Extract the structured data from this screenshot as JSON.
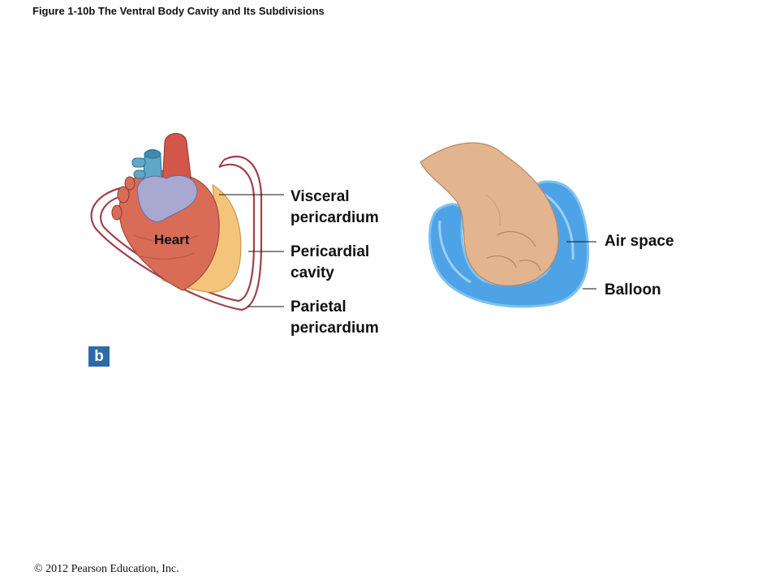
{
  "figure": {
    "title": "Figure 1-10b  The Ventral Body Cavity and Its Subdivisions",
    "panel_letter": "b"
  },
  "heart_diagram": {
    "heart_label": "Heart",
    "labels": [
      {
        "line1": "Visceral",
        "line2": "pericardium"
      },
      {
        "line1": "Pericardial",
        "line2": "cavity"
      },
      {
        "line1": "Parietal",
        "line2": "pericardium"
      }
    ]
  },
  "balloon_diagram": {
    "labels": [
      "Air space",
      "Balloon"
    ]
  },
  "footer": {
    "copyright": "© 2012 Pearson Education, Inc."
  },
  "colors": {
    "pericardium_outline": "#a0404a",
    "heart_muscle": "#d96c57",
    "fat_layer": "#f3c47a",
    "great_vessels": "#a8a8d0",
    "aorta": "#d2564a",
    "pulmonary_vessel": "#5fa7c8",
    "balloon": "#4ea3e6",
    "balloon_edge": "#7fc2f0",
    "fist_skin": "#e3b58f",
    "panel_badge": "#2d6aa8"
  }
}
